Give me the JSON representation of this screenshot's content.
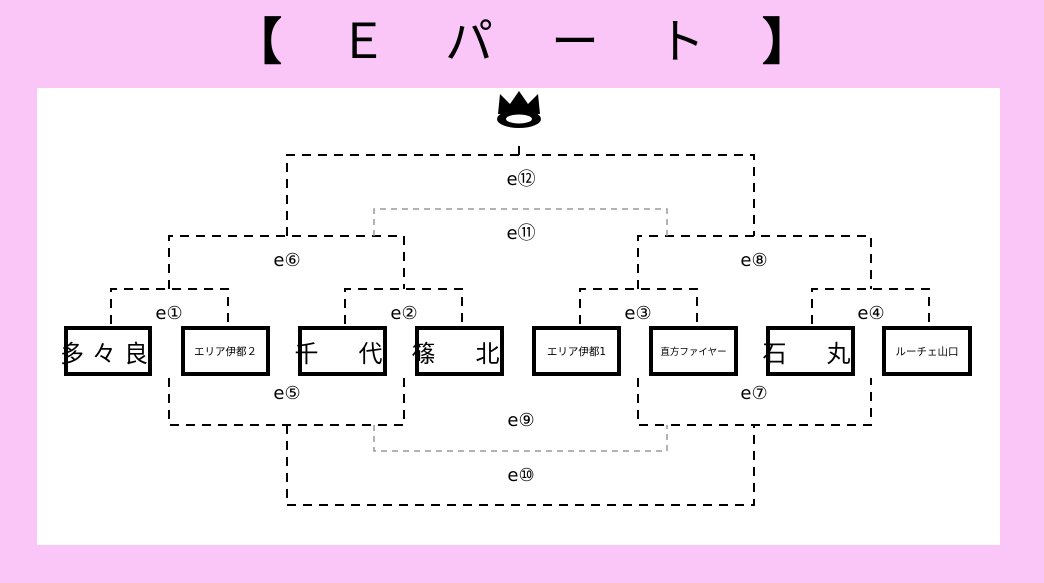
{
  "title": {
    "open_bracket": "【",
    "chars": [
      "Ｅ",
      "パ",
      "ー",
      "ト"
    ],
    "close_bracket": "】"
  },
  "colors": {
    "frame": "#f9c6f7",
    "panel": "#ffffff",
    "line": "#000000",
    "line_light": "#9a9a9a"
  },
  "crown_icon": "crown-icon",
  "teams": [
    "多々良",
    "エリア伊都２",
    "千　代",
    "篠　北",
    "エリア伊都1",
    "直方ファイヤー",
    "石　丸",
    "ルーチェ山口"
  ],
  "matches": {
    "e1": "e①",
    "e2": "e②",
    "e3": "e③",
    "e4": "e④",
    "e5": "e⑤",
    "e6": "e⑥",
    "e7": "e⑦",
    "e8": "e⑧",
    "e9": "e⑨",
    "e10": "e⑩",
    "e11": "e⑪",
    "e12": "e⑫"
  }
}
